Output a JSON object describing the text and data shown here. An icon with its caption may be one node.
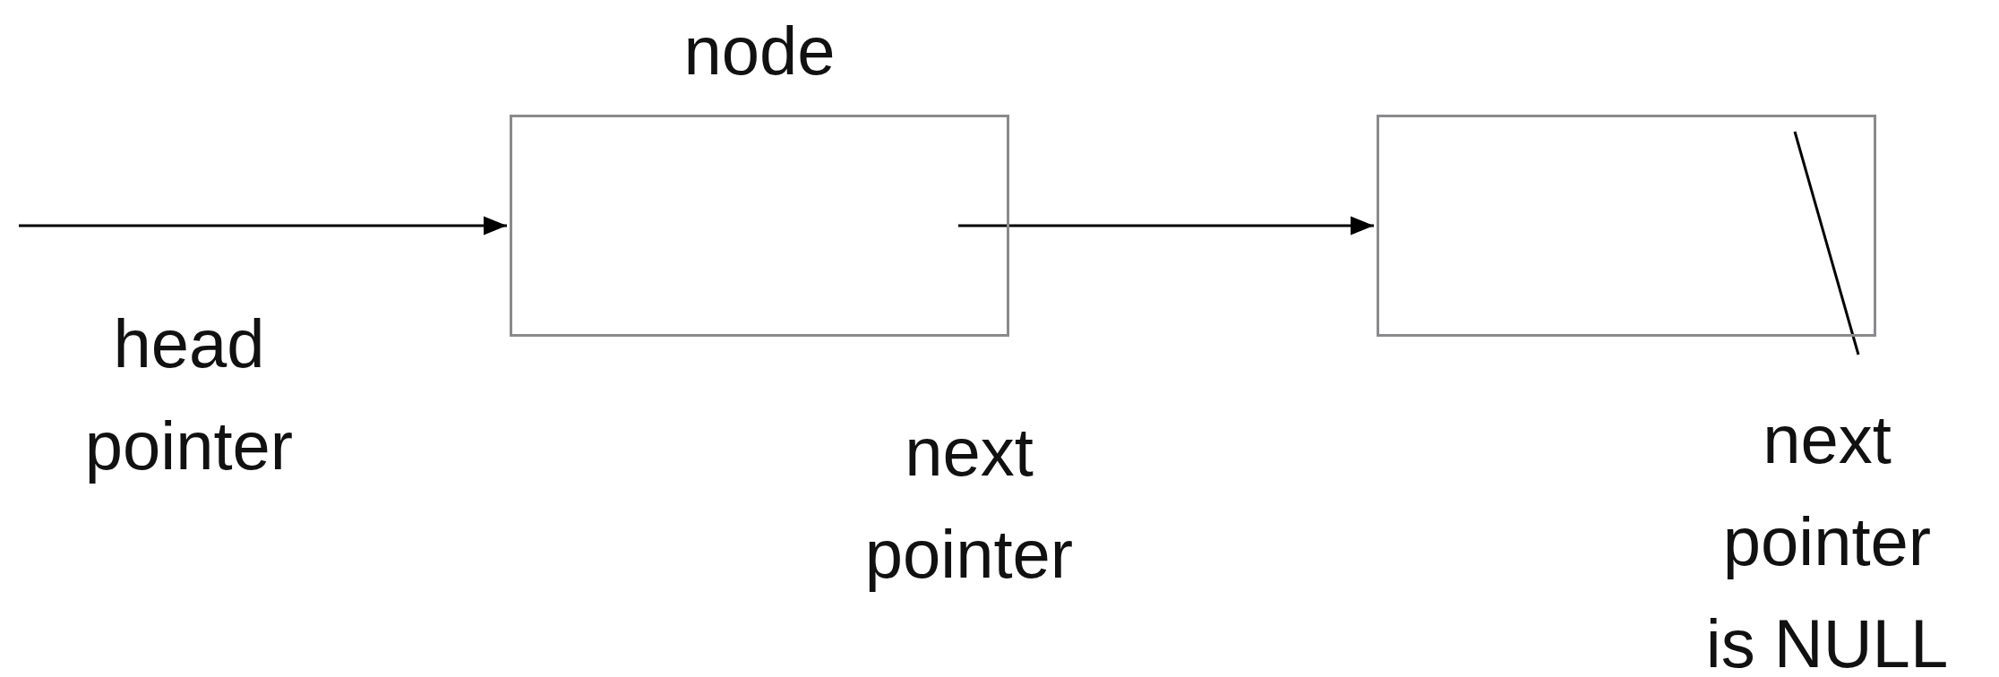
{
  "diagram": {
    "nodes": [
      {
        "text": [
          "node"
        ]
      },
      {
        "text": [],
        "shape": "box"
      }
    ],
    "edges": [
      {
        "from": null,
        "to": 0,
        "arrow": "to"
      },
      {
        "from": 0,
        "to": 1,
        "arrow": "to"
      }
    ],
    "labels": [
      "head pointer",
      "next pointer",
      "next pointer is NULL"
    ]
  }
}
